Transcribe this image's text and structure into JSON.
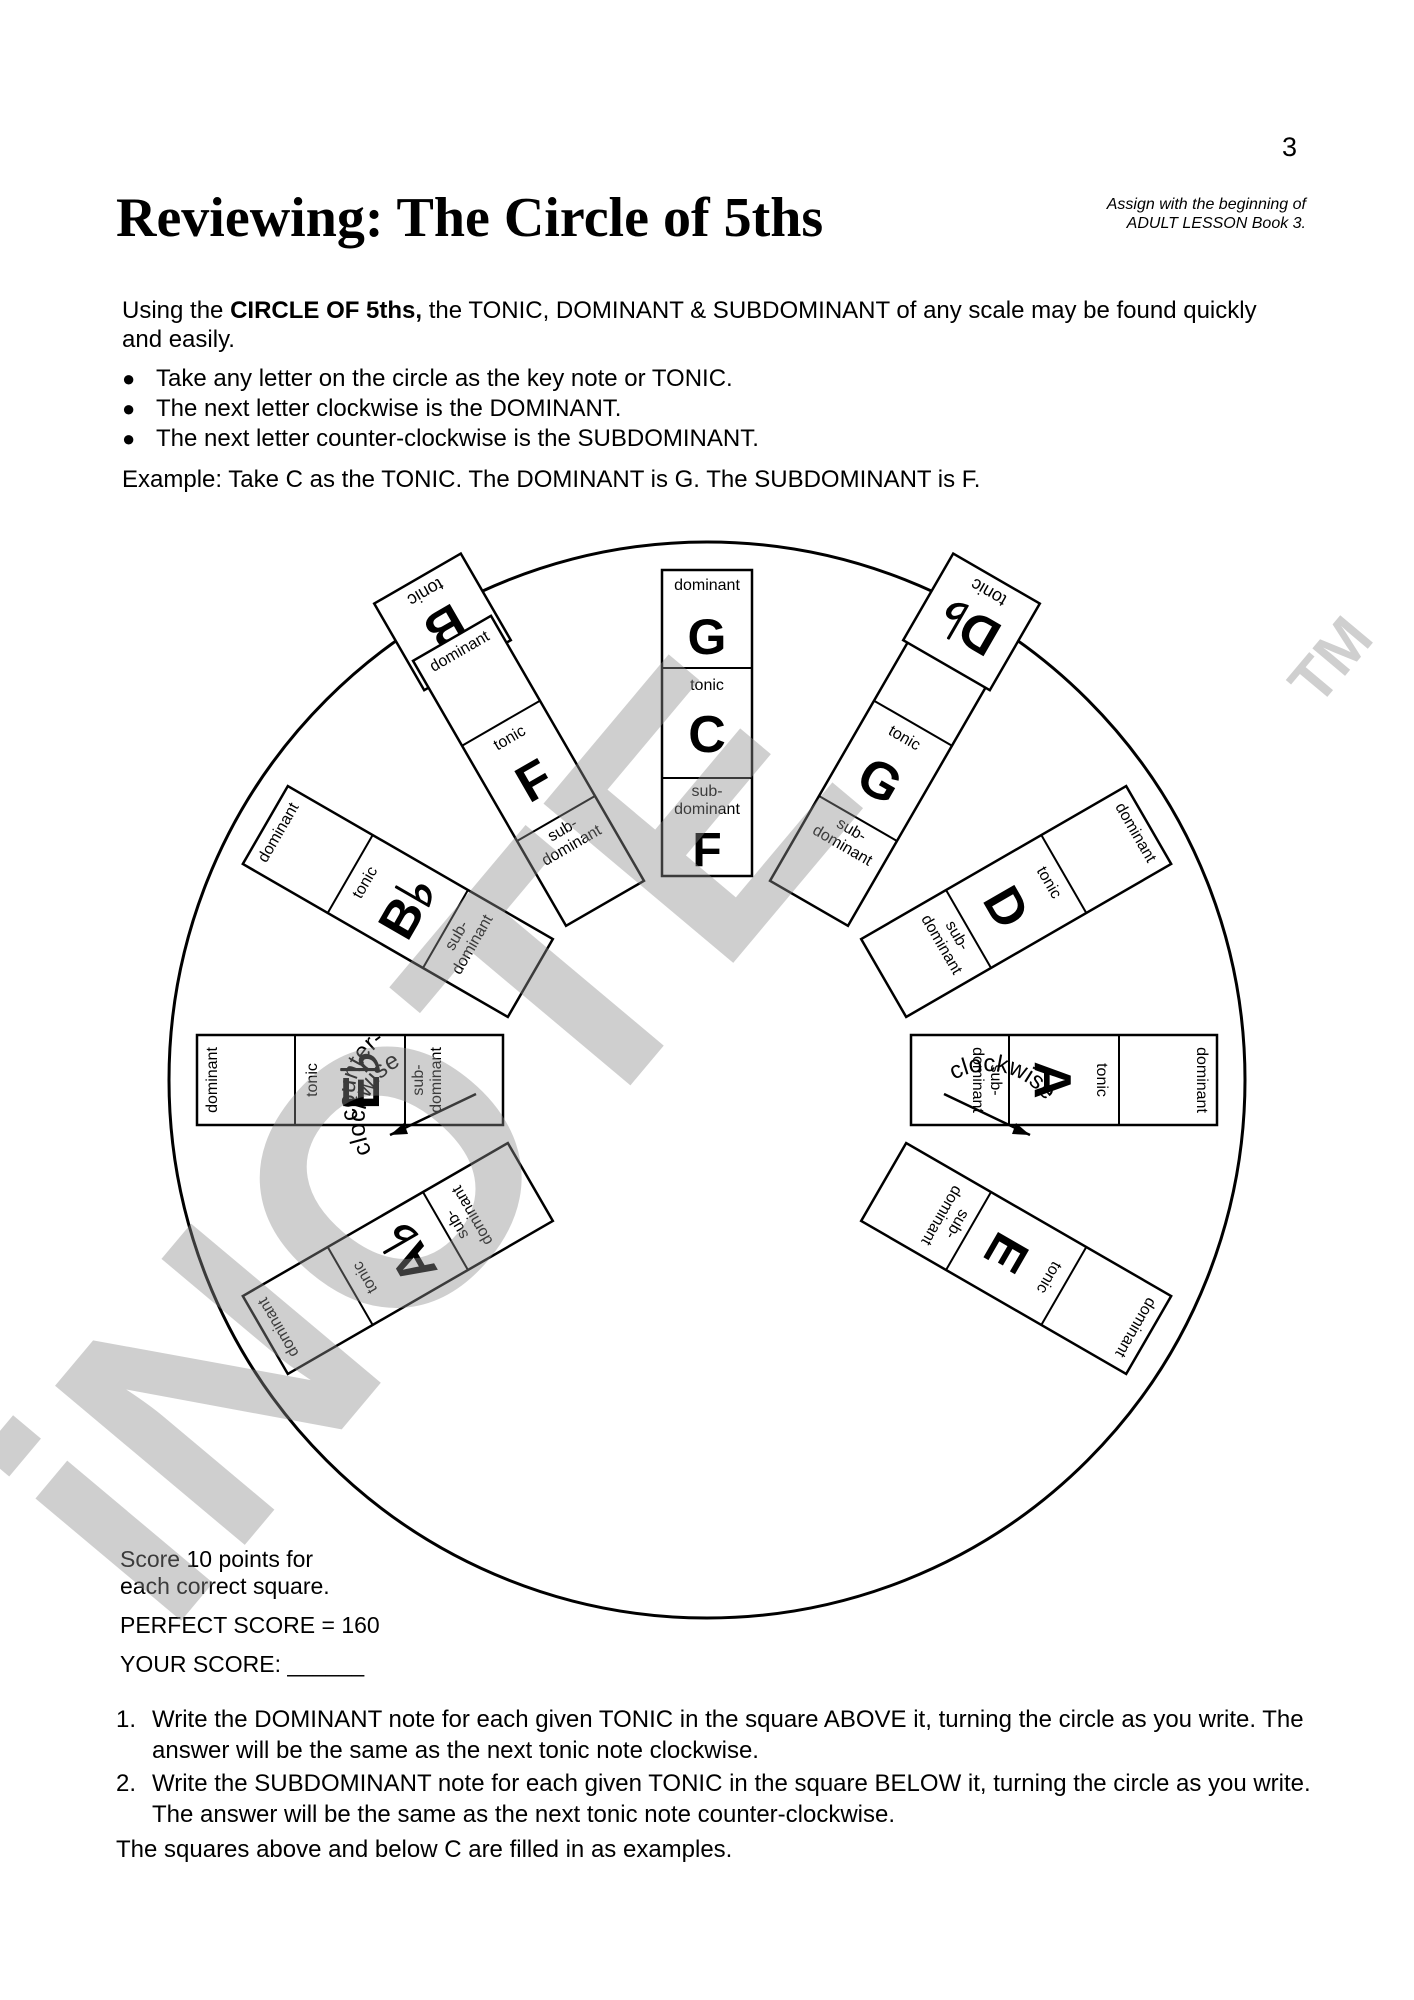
{
  "page": {
    "number": "3"
  },
  "header": {
    "title": "Reviewing:  The Circle of 5ths",
    "assign_note": [
      "Assign with the beginning of",
      "ADULT LESSON Book 3."
    ]
  },
  "intro": {
    "sentence_prefix": "Using the ",
    "sentence_bold": "CIRCLE OF 5ths,",
    "sentence_rest": " the TONIC, DOMINANT & SUBDOMINANT of any scale may be found quickly and easily.",
    "bullets": [
      "Take any letter on the circle as the key note or TONIC.",
      "The next letter clockwise is the DOMINANT.",
      "The next letter counter-clockwise is the SUBDOMINANT."
    ],
    "example": "Example:  Take C as the TONIC.  The DOMINANT is G.  The SUBDOMINANT is F."
  },
  "circle": {
    "counter_clockwise_label": [
      "counter-",
      "clockwise"
    ],
    "clockwise_label": "clockwise",
    "cell_labels": {
      "dominant": "dominant",
      "tonic": "tonic",
      "sub_line1": "sub-",
      "sub_line2": "dominant"
    },
    "cards": [
      {
        "angle": 0,
        "tonic": "C",
        "dominant_answer": "G",
        "subdominant_answer": "F"
      },
      {
        "angle": 30,
        "tonic": "G",
        "dominant_answer": "",
        "subdominant_answer": ""
      },
      {
        "angle": 60,
        "tonic": "D",
        "dominant_answer": "",
        "subdominant_answer": ""
      },
      {
        "angle": 90,
        "tonic": "A",
        "dominant_answer": "",
        "subdominant_answer": ""
      },
      {
        "angle": 120,
        "tonic": "E",
        "dominant_answer": "",
        "subdominant_answer": ""
      },
      {
        "angle": 150,
        "tonic": "B",
        "small": true
      },
      {
        "angle": 210,
        "tonic": "D♭",
        "small": true
      },
      {
        "angle": 240,
        "tonic": "A♭",
        "dominant_answer": "",
        "subdominant_answer": ""
      },
      {
        "angle": 270,
        "tonic": "E♭",
        "dominant_answer": "",
        "subdominant_answer": ""
      },
      {
        "angle": 300,
        "tonic": "B♭",
        "dominant_answer": "",
        "subdominant_answer": ""
      },
      {
        "angle": 330,
        "tonic": "F",
        "dominant_answer": "",
        "subdominant_answer": ""
      }
    ]
  },
  "score": {
    "line1": "Score 10 points for",
    "line2": "each correct square.",
    "perfect": "PERFECT SCORE  =  160",
    "yours": "YOUR SCORE: ______"
  },
  "instructions": {
    "items": [
      "Write the DOMINANT note for each given TONIC in the square ABOVE it, turning the circle as you write.  The answer will be the same as the next tonic note clockwise.",
      "Write the SUBDOMINANT note for each given TONIC in the square BELOW it, turning the circle as you write.  The answer will be the same as the next tonic note counter-clockwise."
    ],
    "footer": "The squares above and below C are filled in as examples."
  },
  "watermark": {
    "text": "iNOTE",
    "tm": "TM"
  }
}
